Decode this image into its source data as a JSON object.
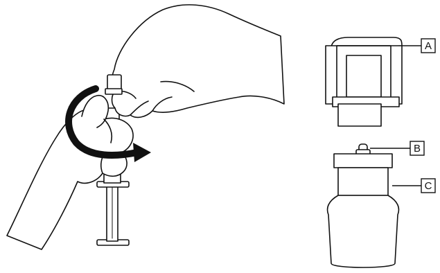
{
  "colors": {
    "ink": "#111111",
    "paper": "#ffffff"
  },
  "illustration": {
    "left_panel": "hands-twisting-cap-off-syringe",
    "right_panel": "exploded-view-of-cap-and-vial"
  },
  "labels": {
    "a": "A",
    "b": "B",
    "c": "C"
  }
}
